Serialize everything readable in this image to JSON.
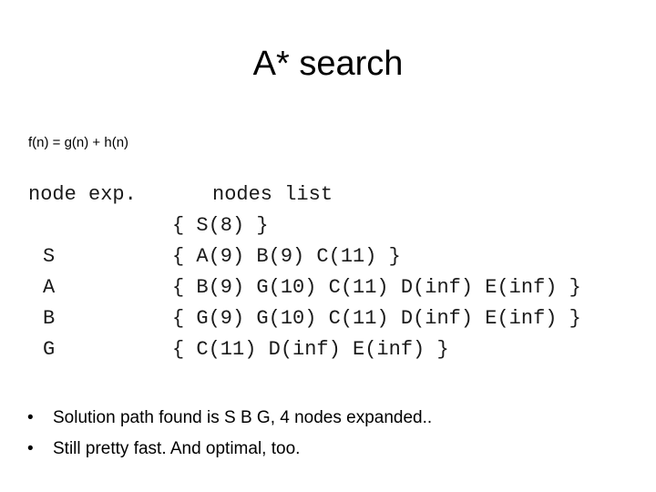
{
  "slide": {
    "title": "A* search",
    "formula": "f(n) = g(n) + h(n)",
    "table": {
      "header_node": "node exp.",
      "header_list": "nodes list",
      "expanded_nodes": [
        "S",
        "A",
        "B",
        "G"
      ],
      "lists": [
        "{ S(8) }",
        "{ A(9) B(9) C(11) }",
        "{ B(9) G(10) C(11) D(inf) E(inf) }",
        "{ G(9) G(10) C(11) D(inf) E(inf) }",
        "{ C(11) D(inf) E(inf) }"
      ]
    },
    "bullets": [
      "Solution path found is S B G, 4 nodes expanded..",
      "Still pretty fast. And optimal, too."
    ],
    "bullet_glyph": "•"
  }
}
